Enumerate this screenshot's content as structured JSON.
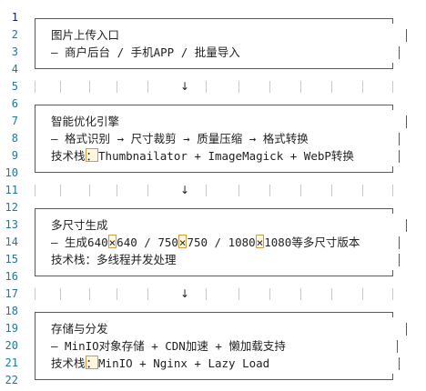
{
  "editor": {
    "line_numbers": [
      "1",
      "2",
      "3",
      "4",
      "5",
      "6",
      "7",
      "8",
      "9",
      "10",
      "11",
      "12",
      "13",
      "14",
      "15",
      "16",
      "17",
      "18",
      "19",
      "20",
      "21",
      "22"
    ],
    "current_line": "1",
    "arrow_glyph": "↓"
  },
  "boxes": [
    {
      "title": "图片上传入口",
      "lines": [
        "— 商户后台 / 手机APP / 批量导入"
      ]
    },
    {
      "title": "智能优化引擎",
      "lines": [
        "— 格式识别 → 尺寸裁剪 → 质量压缩 → 格式转换"
      ],
      "stack_label": "技术栈",
      "stack_colon": "：",
      "stack_value": "Thumbnailator + ImageMagick + WebP转换"
    },
    {
      "title": "多尺寸生成",
      "size_prefix": "— 生成640",
      "size_x": "×",
      "size_a": "640 / 750",
      "size_b": "750 / 1080",
      "size_c": "1080等多尺寸版本",
      "stack_line": "技术栈：多线程并发处理"
    },
    {
      "title": "存储与分发",
      "lines": [
        "— MinIO对象存储 + CDN加速 + 懒加载支持"
      ],
      "stack_label": "技术栈",
      "stack_colon": "：",
      "stack_value": "MinIO + Nginx + Lazy Load"
    }
  ]
}
